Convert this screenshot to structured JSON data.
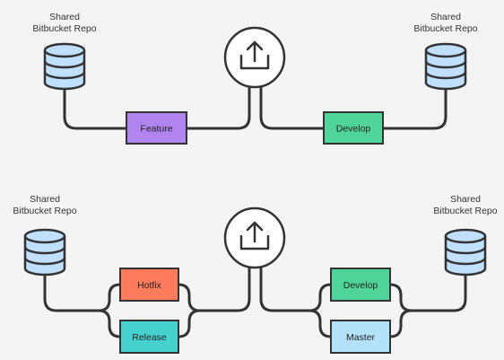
{
  "repos": {
    "top_left": {
      "line1": "Shared",
      "line2": "Bitbucket Repo"
    },
    "top_right": {
      "line1": "Shared",
      "line2": "Bitbucket Repo"
    },
    "bottom_left": {
      "line1": "Shared",
      "line2": "Bitbucket Repo"
    },
    "bottom_right": {
      "line1": "Shared",
      "line2": "Bitbucket Repo"
    }
  },
  "branches": {
    "top": {
      "feature": {
        "label": "Feature",
        "color": "#b185f0"
      },
      "develop": {
        "label": "Develop",
        "color": "#4fd59a"
      }
    },
    "bottom": {
      "hotfix": {
        "label": "Hotfix",
        "color": "#ff7b5c"
      },
      "release": {
        "label": "Release",
        "color": "#45d2cf"
      },
      "develop": {
        "label": "Develop",
        "color": "#4fd59a"
      },
      "master": {
        "label": "Master",
        "color": "#b3e3fb"
      }
    }
  },
  "colors": {
    "database_fill": "#bfe0ff",
    "line": "#333333",
    "background": "#f4f4f4"
  },
  "icons": {
    "repo": "database-icon",
    "push": "upload-icon"
  }
}
